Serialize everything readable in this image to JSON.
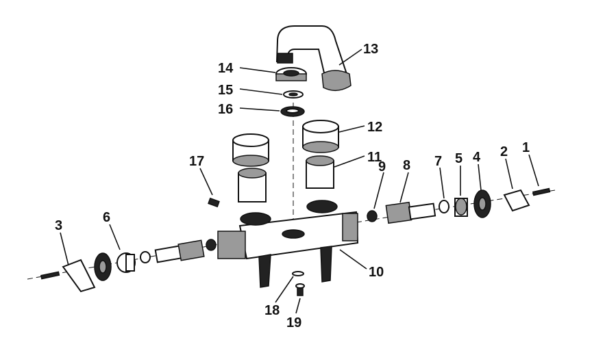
{
  "diagram": {
    "callouts": [
      {
        "id": "1",
        "label": "1"
      },
      {
        "id": "2",
        "label": "2"
      },
      {
        "id": "3",
        "label": "3"
      },
      {
        "id": "4",
        "label": "4"
      },
      {
        "id": "5",
        "label": "5"
      },
      {
        "id": "6",
        "label": "6"
      },
      {
        "id": "7",
        "label": "7"
      },
      {
        "id": "8",
        "label": "8"
      },
      {
        "id": "9",
        "label": "9"
      },
      {
        "id": "10",
        "label": "10"
      },
      {
        "id": "11",
        "label": "11"
      },
      {
        "id": "12",
        "label": "12"
      },
      {
        "id": "13",
        "label": "13"
      },
      {
        "id": "14",
        "label": "14"
      },
      {
        "id": "15",
        "label": "15"
      },
      {
        "id": "16",
        "label": "16"
      },
      {
        "id": "17",
        "label": "17"
      },
      {
        "id": "18",
        "label": "18"
      },
      {
        "id": "19",
        "label": "19"
      }
    ],
    "colors": {
      "ink": "#111111",
      "paper": "#ffffff",
      "shade": "#9a9a9a"
    }
  }
}
